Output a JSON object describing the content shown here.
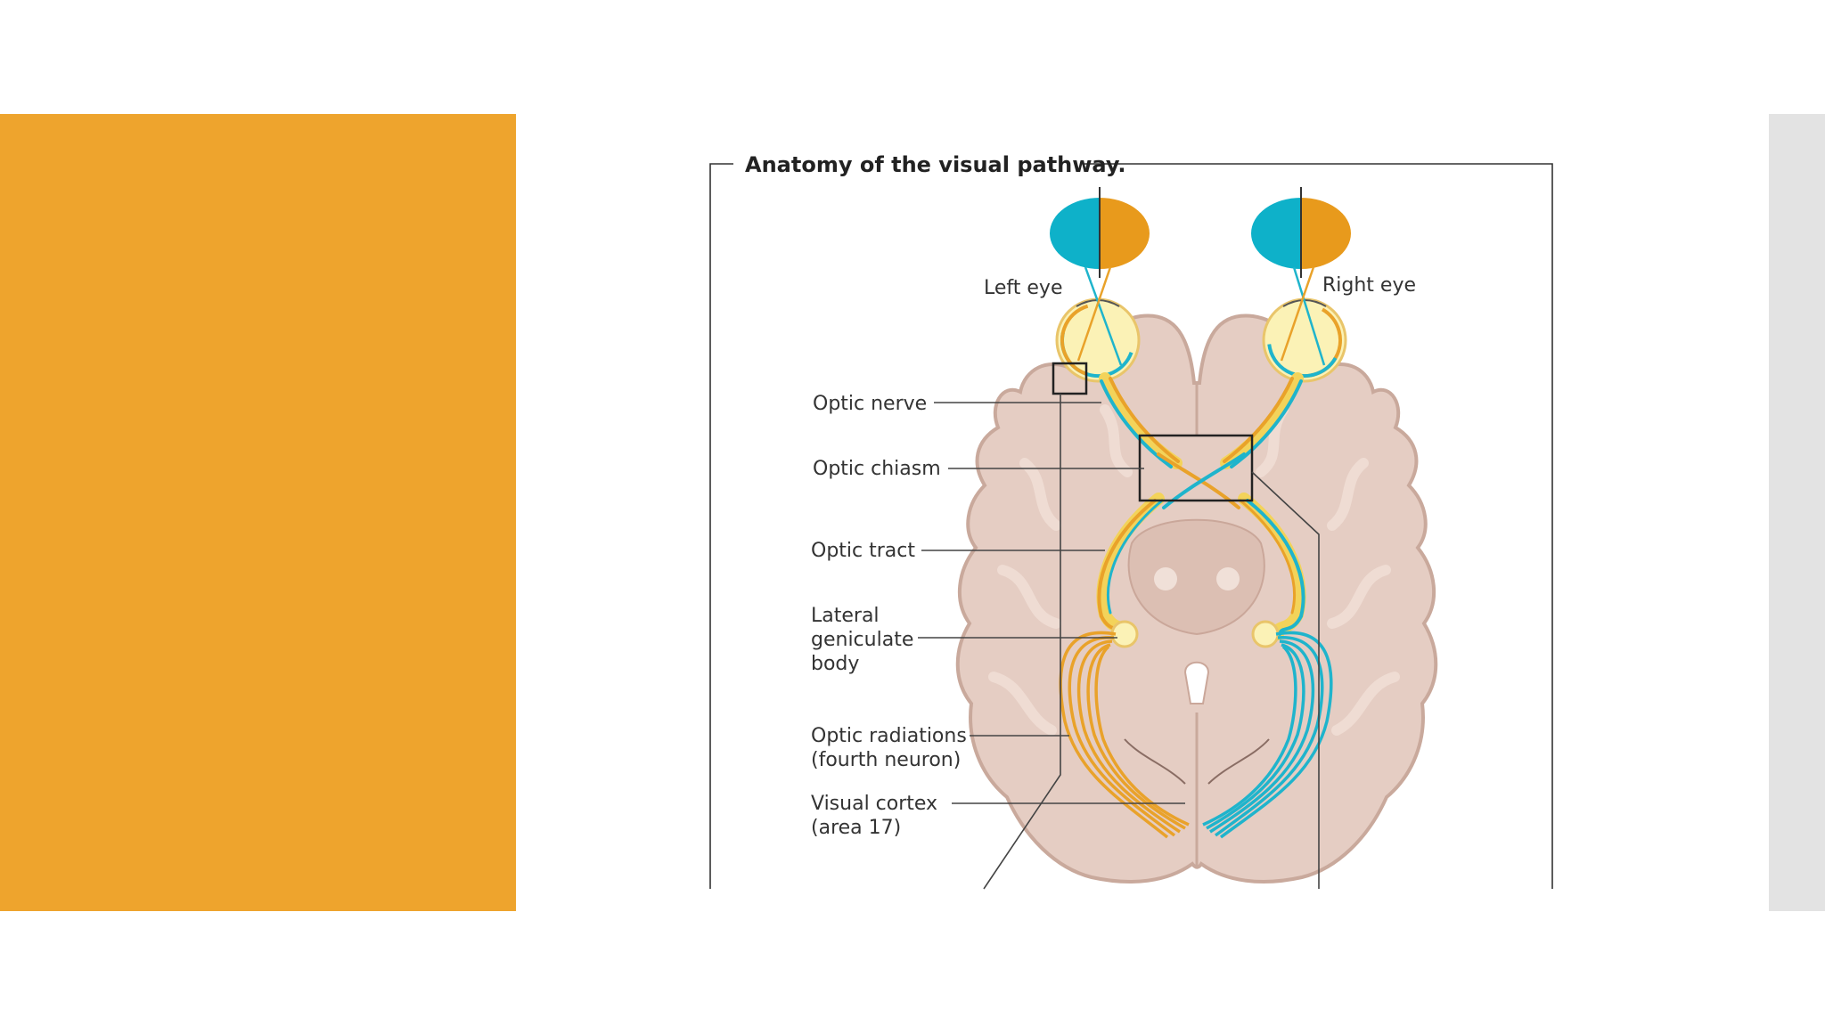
{
  "slide": {
    "accent_color": "#eea42d",
    "side_panel_color": "#e3e3e3"
  },
  "figure": {
    "title": "Anatomy of the visual pathway.",
    "eye_labels": {
      "left": "Left eye",
      "right": "Right eye"
    },
    "labels": {
      "optic_nerve": "Optic nerve",
      "optic_chiasm": "Optic chiasm",
      "optic_tract": "Optic tract",
      "lgb": [
        "Lateral",
        "geniculate",
        "body"
      ],
      "optic_radiations": [
        "Optic radiations",
        "(fourth neuron)"
      ],
      "visual_cortex": [
        "Visual cortex",
        "(area 17)"
      ]
    },
    "colors": {
      "cyan_pathway": "#1fb4cc",
      "orange_pathway": "#e9a22a",
      "brain_tissue": "#e5cdc3",
      "brain_outline": "#c9a99c",
      "eyeball": "#fbf2b6"
    }
  }
}
